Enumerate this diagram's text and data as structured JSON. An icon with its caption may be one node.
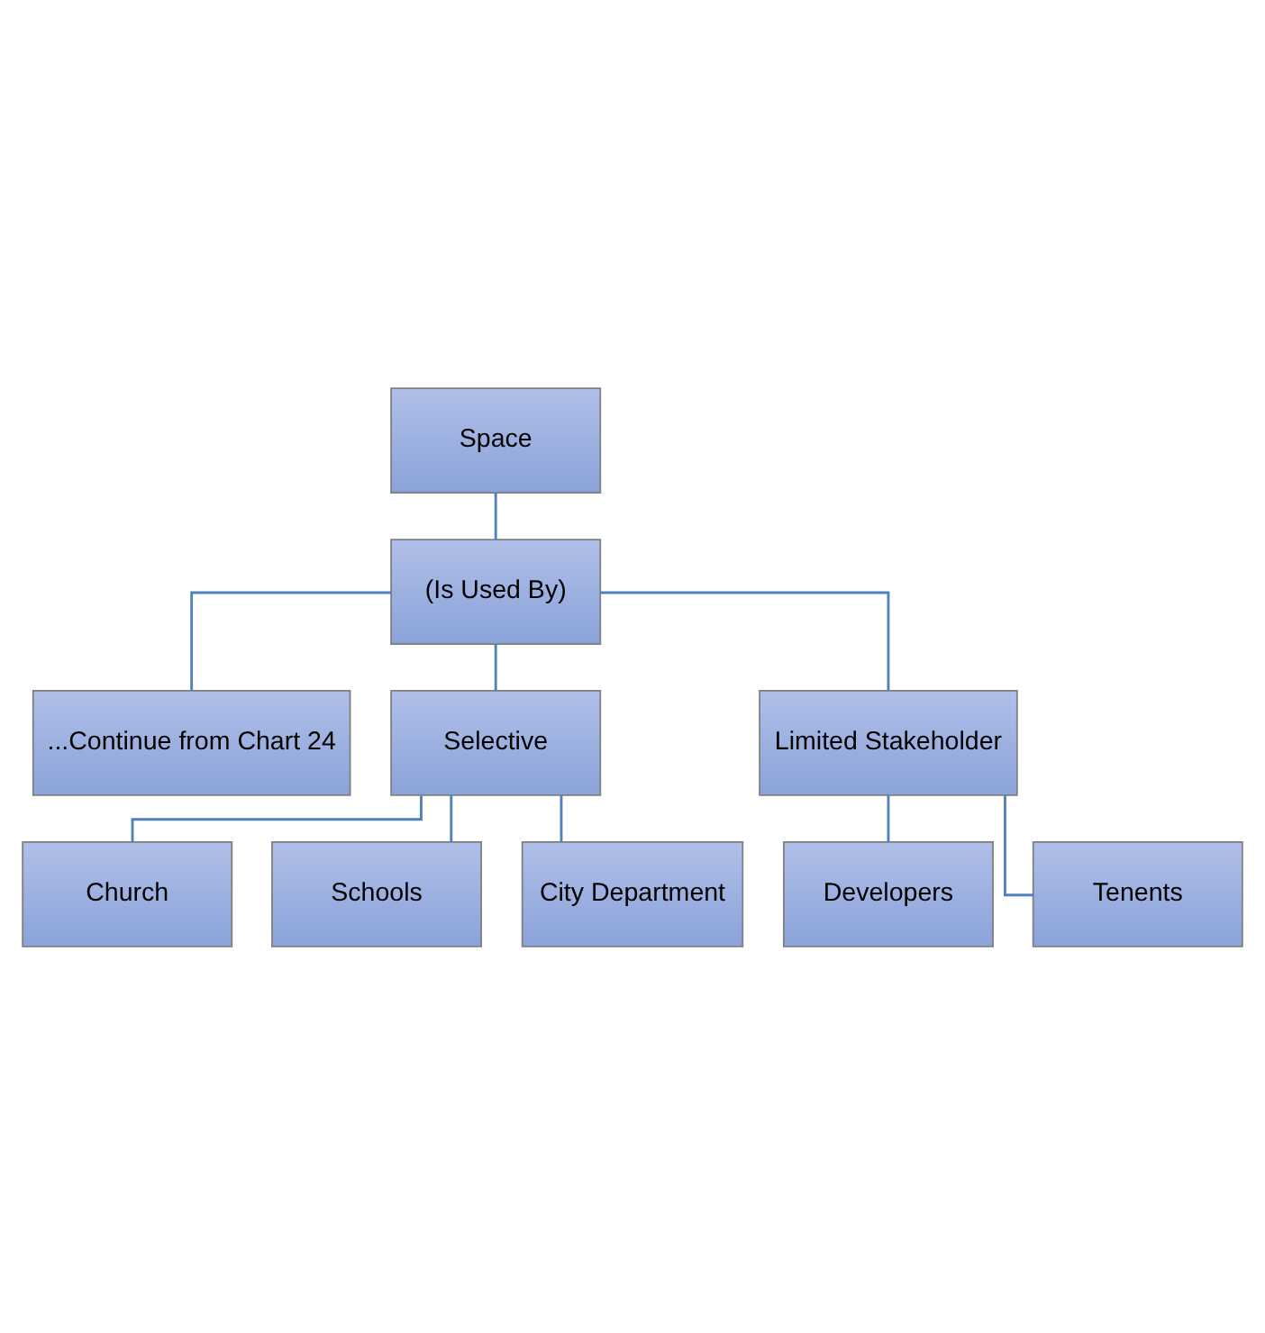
{
  "diagram": {
    "nodes": [
      {
        "text": [
          "Space"
        ]
      },
      {
        "text": [
          "(Is Used By)"
        ]
      },
      {
        "text": [
          "...Continue from Chart 24"
        ]
      },
      {
        "text": [
          "Selective"
        ]
      },
      {
        "text": [
          "Limited Stakeholder"
        ]
      },
      {
        "text": [
          "Church"
        ]
      },
      {
        "text": [
          "Schools"
        ]
      },
      {
        "text": [
          "City Department"
        ]
      },
      {
        "text": [
          "Developers"
        ]
      },
      {
        "text": [
          "Tenents"
        ]
      }
    ],
    "edges": [
      {
        "from": 0,
        "to": 1,
        "arrow": "none"
      },
      {
        "from": 1,
        "to": 2,
        "arrow": "none"
      },
      {
        "from": 1,
        "to": 3,
        "arrow": "none"
      },
      {
        "from": 1,
        "to": 4,
        "arrow": "none"
      },
      {
        "from": 3,
        "to": 5,
        "arrow": "none"
      },
      {
        "from": 3,
        "to": 6,
        "arrow": "none"
      },
      {
        "from": 3,
        "to": 7,
        "arrow": "none"
      },
      {
        "from": 4,
        "to": 8,
        "arrow": "none"
      },
      {
        "from": 4,
        "to": 9,
        "arrow": "none"
      }
    ]
  }
}
